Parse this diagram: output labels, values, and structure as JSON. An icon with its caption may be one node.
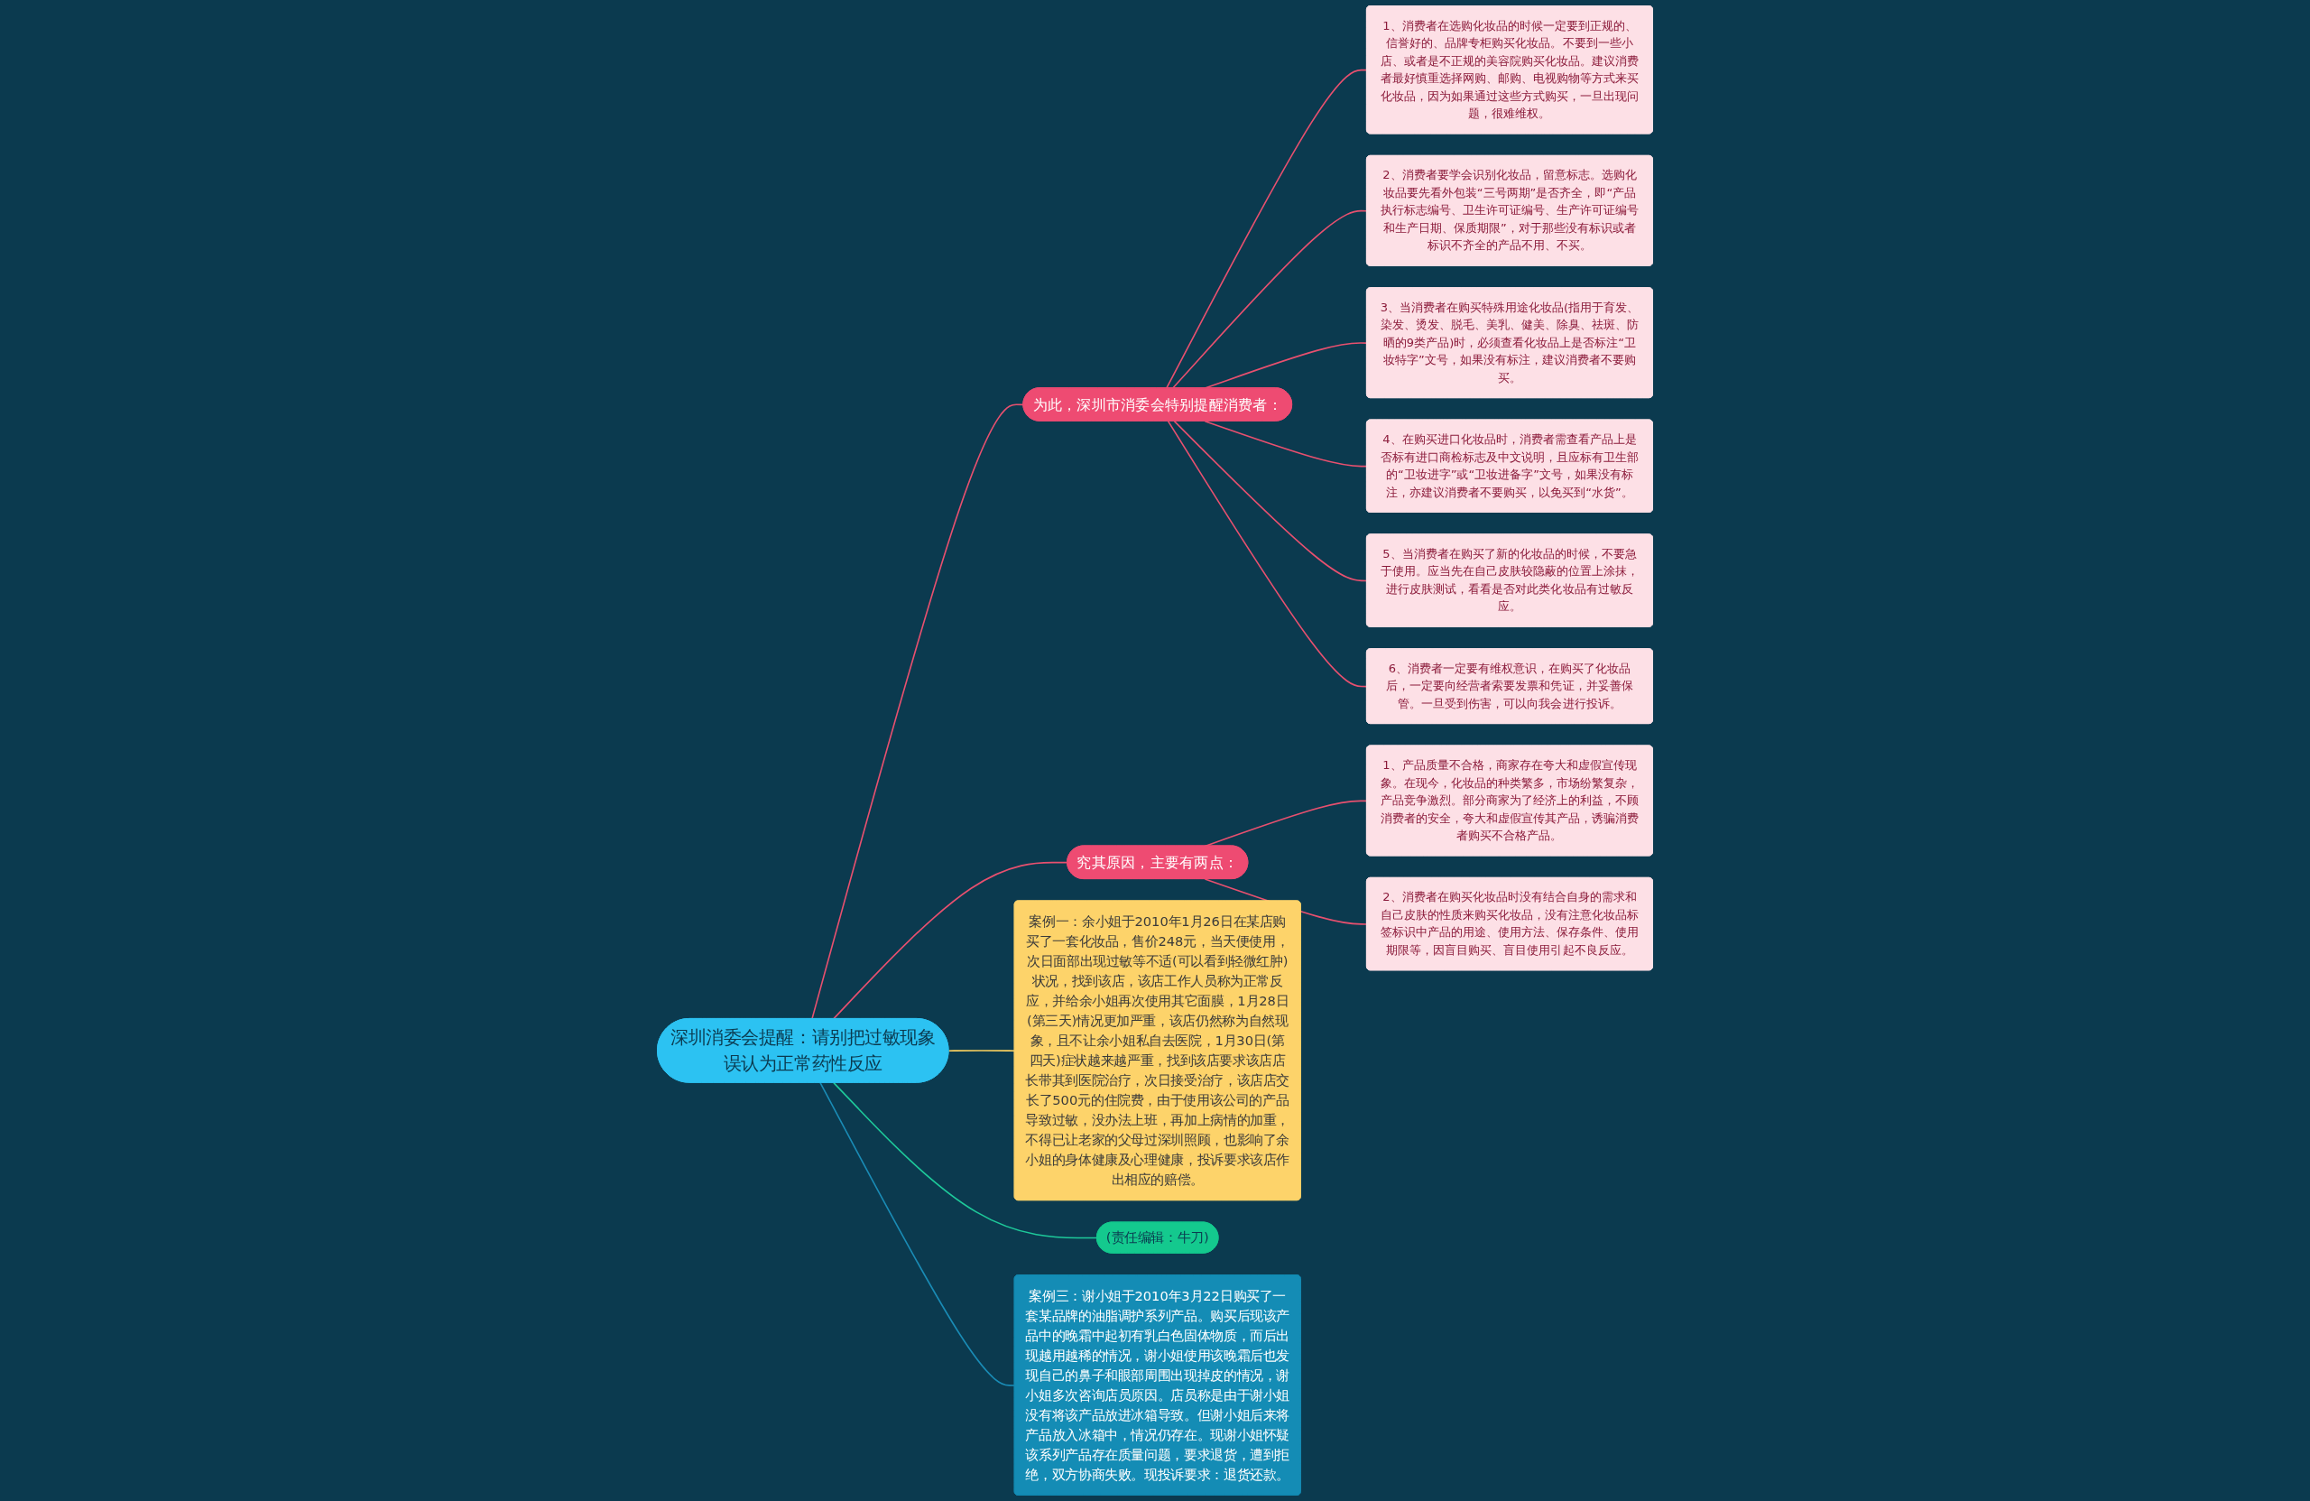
{
  "diagram": {
    "nodes": [
      {
        "text": [
          "深圳消委会提醒：请别把过敏现象误认为正常药性反应"
        ]
      },
      {
        "text": [
          "为此，深圳市消委会特别提醒消费者："
        ]
      },
      {
        "text": [
          "1、消费者在选购化妆品的时候一定要到正规的、信誉好的、品牌专柜购买化妆品。不要到一些小店、或者是不正规的美容院购买化妆品。建议消费者最好慎重选择网购、邮购、电视购物等方式来买化妆品，因为如果通过这些方式购买，一旦出现问题，很难维权。"
        ]
      },
      {
        "text": [
          "2、消费者要学会识别化妆品，留意标志。选购化妆品要先看外包装“三号两期”是否齐全，即“产品执行标志编号、卫生许可证编号、生产许可证编号和生产日期、保质期限”，对于那些没有标识或者标识不齐全的产品不用、不买。"
        ]
      },
      {
        "text": [
          "3、当消费者在购买特殊用途化妆品(指用于育发、染发、烫发、脱毛、美乳、健美、除臭、祛斑、防晒的9类产品)时，必须查看化妆品上是否标注“卫妆特字”文号，如果没有标注，建议消费者不要购买。"
        ]
      },
      {
        "text": [
          "4、在购买进口化妆品时，消费者需查看产品上是否标有进口商检标志及中文说明，且应标有卫生部的“卫妆进字”或“卫妆进备字”文号，如果没有标注，亦建议消费者不要购买，以免买到“水货”。"
        ]
      },
      {
        "text": [
          "5、当消费者在购买了新的化妆品的时候，不要急于使用。应当先在自己皮肤较隐蔽的位置上涂抹，进行皮肤测试，看看是否对此类化妆品有过敏反应。"
        ]
      },
      {
        "text": [
          "6、消费者一定要有维权意识，在购买了化妆品后，一定要向经营者索要发票和凭证，并妥善保管。一旦受到伤害，可以向我会进行投诉。"
        ]
      },
      {
        "text": [
          "究其原因，主要有两点："
        ]
      },
      {
        "text": [
          "1、产品质量不合格，商家存在夸大和虚假宣传现象。在现今，化妆品的种类繁多，市场纷繁复杂，产品竞争激烈。部分商家为了经济上的利益，不顾消费者的安全，夸大和虚假宣传其产品，诱骗消费者购买不合格产品。"
        ]
      },
      {
        "text": [
          "2、消费者在购买化妆品时没有结合自身的需求和自己皮肤的性质来购买化妆品，没有注意化妆品标签标识中产品的用途、使用方法、保存条件、使用期限等，因盲目购买、盲目使用引起不良反应。"
        ]
      },
      {
        "text": [
          "案例一：余小姐于2010年1月26日在某店购买了一套化妆品，售价248元，当天便使用，次日面部出现过敏等不适(可以看到轻微红肿)状况，找到该店，该店工作人员称为正常反应，并给余小姐再次使用其它面膜，1月28日(第三天)情况更加严重，该店仍然称为自然现象，且不让余小姐私自去医院，1月30日(第四天)症状越来越严重，找到该店要求该店店长带其到医院治疗，次日接受治疗，该店店交长了500元的住院费，由于使用该公司的产品导致过敏，没办法上班，再加上病情的加重，不得已让老家的父母过深圳照顾，也影响了余小姐的身体健康及心理健康，投诉要求该店作出相应的赔偿。"
        ]
      },
      {
        "text": [
          "(责任编辑：牛刀)"
        ]
      },
      {
        "text": [
          "案例三：谢小姐于2010年3月22日购买了一套某品牌的油脂调护系列产品。购买后现该产品中的晚霜中起初有乳白色固体物质，而后出现越用越稀的情况，谢小姐使用该晚霜后也发现自己的鼻子和眼部周围出现掉皮的情况，谢小姐多次咨询店员原因。店员称是由于谢小姐没有将该产品放进冰箱导致。但谢小姐后来将产品放入冰箱中，情况仍存在。现谢小姐怀疑该系列产品存在质量问题，要求退货，遭到拒绝，双方协商失败。现投诉要求：退货还款。"
        ]
      }
    ],
    "edges": [
      {
        "from": 0,
        "to": 1,
        "arrow": "none"
      },
      {
        "from": 1,
        "to": 2,
        "arrow": "none"
      },
      {
        "from": 1,
        "to": 3,
        "arrow": "none"
      },
      {
        "from": 1,
        "to": 4,
        "arrow": "none"
      },
      {
        "from": 1,
        "to": 5,
        "arrow": "none"
      },
      {
        "from": 1,
        "to": 6,
        "arrow": "none"
      },
      {
        "from": 1,
        "to": 7,
        "arrow": "none"
      },
      {
        "from": 0,
        "to": 8,
        "arrow": "none"
      },
      {
        "from": 8,
        "to": 9,
        "arrow": "none"
      },
      {
        "from": 8,
        "to": 10,
        "arrow": "none"
      },
      {
        "from": 0,
        "to": 11,
        "arrow": "none",
        "color": "#f9d05f"
      },
      {
        "from": 0,
        "to": 12,
        "arrow": "none",
        "color": "#1ec99a"
      },
      {
        "from": 0,
        "to": 13,
        "arrow": "none",
        "color": "#1a8bb5"
      }
    ]
  }
}
